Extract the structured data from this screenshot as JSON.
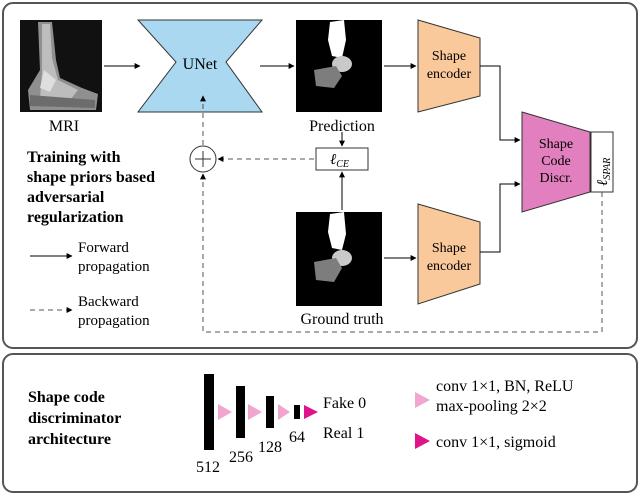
{
  "top_panel": {
    "mri_label": "MRI",
    "unet_label": "UNet",
    "prediction_label": "Prediction",
    "ground_truth_label": "Ground truth",
    "shape_encoder_top": [
      "Shape",
      "encoder"
    ],
    "shape_encoder_bottom": [
      "Shape",
      "encoder"
    ],
    "discriminator": [
      "Shape",
      "Code",
      "Discr."
    ],
    "loss_ce": "ℓ",
    "loss_ce_sub": "CE",
    "loss_spar": "ℓ",
    "loss_spar_sub": "SPAR",
    "heading": [
      "Training with",
      "shape priors based",
      "adversarial",
      "regularization"
    ],
    "forward_label": [
      "Forward",
      "propagation"
    ],
    "backward_label": [
      "Backward",
      "propagation"
    ]
  },
  "bottom_panel": {
    "heading": [
      "Shape code",
      "discriminator",
      "architecture"
    ],
    "channel_labels": [
      "512",
      "256",
      "128",
      "64"
    ],
    "output_fake": "Fake 0",
    "output_real": "Real 1",
    "legend_conv_block": [
      "conv 1×1, BN, ReLU",
      "max-pooling 2×2"
    ],
    "legend_final": "conv 1×1, sigmoid"
  },
  "colors": {
    "unet_fill": "#a9d8f0",
    "encoder_fill": "#f9c89b",
    "discriminator_fill": "#e27fbe",
    "triangle_pink": "#f2a6cf",
    "triangle_magenta": "#e0148a"
  }
}
